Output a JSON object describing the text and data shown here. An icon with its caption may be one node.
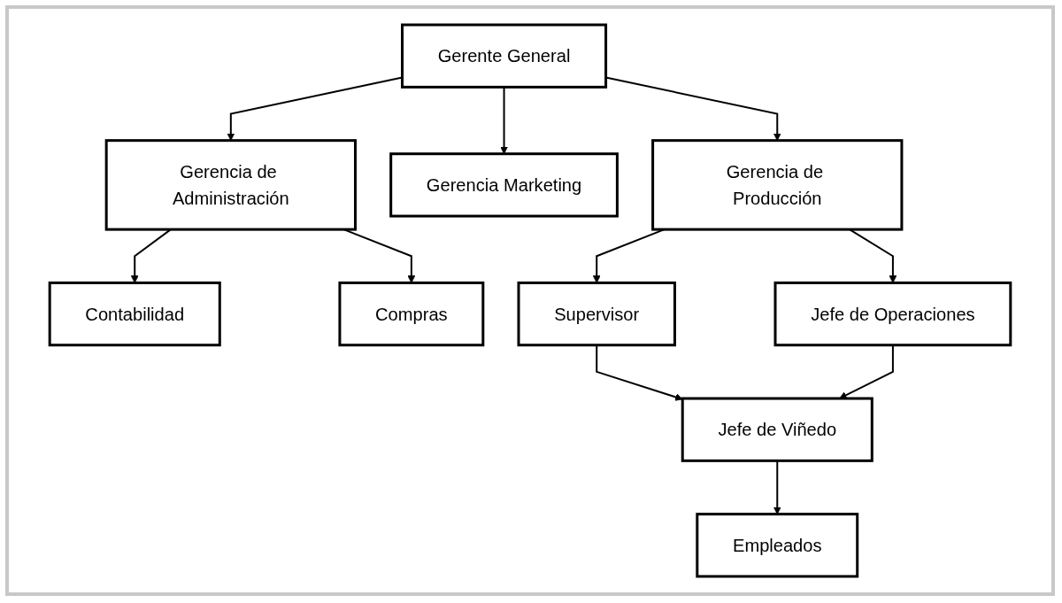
{
  "diagram": {
    "nodes": [
      {
        "text": [
          "Gerente General"
        ]
      },
      {
        "text": [
          "Gerencia de Administración"
        ]
      },
      {
        "text": [
          "Gerencia Marketing"
        ]
      },
      {
        "text": [
          "Gerencia de Producción"
        ]
      },
      {
        "text": [
          "Contabilidad"
        ]
      },
      {
        "text": [
          "Compras"
        ]
      },
      {
        "text": [
          "Supervisor"
        ]
      },
      {
        "text": [
          "Jefe de Operaciones"
        ]
      },
      {
        "text": [
          "Jefe de Viñedo"
        ]
      },
      {
        "text": [
          "Empleados"
        ]
      }
    ],
    "edges": [
      {
        "from": 0,
        "to": 1,
        "arrow": "to"
      },
      {
        "from": 0,
        "to": 2,
        "arrow": "to"
      },
      {
        "from": 0,
        "to": 3,
        "arrow": "to"
      },
      {
        "from": 1,
        "to": 4,
        "arrow": "to"
      },
      {
        "from": 1,
        "to": 5,
        "arrow": "to"
      },
      {
        "from": 3,
        "to": 6,
        "arrow": "to"
      },
      {
        "from": 3,
        "to": 7,
        "arrow": "to"
      },
      {
        "from": 6,
        "to": 8,
        "arrow": "to"
      },
      {
        "from": 7,
        "to": 8,
        "arrow": "to"
      },
      {
        "from": 8,
        "to": 9,
        "arrow": "to"
      }
    ]
  }
}
